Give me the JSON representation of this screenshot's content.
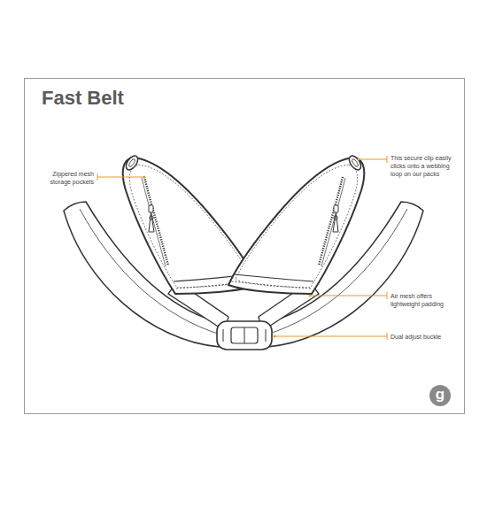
{
  "diagram": {
    "title": "Fast Belt",
    "labels": [
      "Zippered mesh storage pockets",
      "This secure clip easily clicks onto a webbing loop on our packs",
      "Air mesh offers lightweight padding",
      "Dual adjust buckle",
      "g"
    ]
  }
}
